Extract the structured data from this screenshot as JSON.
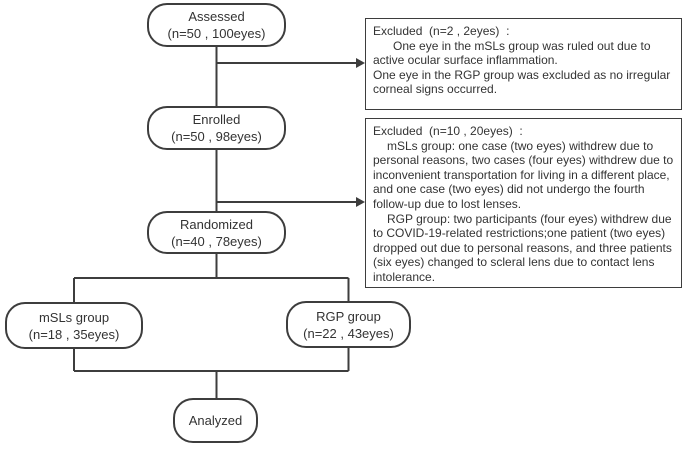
{
  "diagram": {
    "nodes": {
      "assessed": {
        "line1": "Assessed",
        "line2": "(n=50 , 100eyes)"
      },
      "enrolled": {
        "line1": "Enrolled",
        "line2": "(n=50 , 98eyes)"
      },
      "randomized": {
        "line1": "Randomized",
        "line2": "(n=40 , 78eyes)"
      },
      "msls": {
        "line1": "mSLs group",
        "line2": "(n=18 , 35eyes)"
      },
      "rgp": {
        "line1": "RGP group",
        "line2": "(n=22 , 43eyes)"
      },
      "analyzed": {
        "line1": "Analyzed"
      }
    },
    "excluded1": {
      "title": "Excluded  (n=2 , 2eyes)  :",
      "para1": "One eye in the mSLs group was ruled out due to active ocular surface inflammation.",
      "para2": "One eye in the RGP group was excluded as no irregular corneal signs occurred."
    },
    "excluded2": {
      "title": "Excluded  (n=10 , 20eyes)  :",
      "para1": "mSLs group: one case (two eyes) withdrew due to personal reasons, two cases (four eyes) withdrew due to inconvenient transportation for living in a different place, and one case (two eyes) did not undergo the fourth follow-up due to lost lenses.",
      "para2": "RGP group: two participants (four eyes) withdrew due to COVID-19-related restrictions;one patient (two eyes) dropped out due to personal reasons, and three patients (six eyes) changed to scleral lens due to contact lens intolerance."
    },
    "colors": {
      "line": "#3d3d3d",
      "text": "#333333",
      "background": "#ffffff"
    }
  }
}
